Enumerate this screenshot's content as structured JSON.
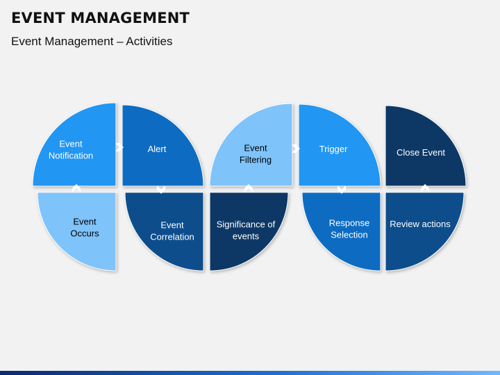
{
  "title": "EVENT MANAGEMENT",
  "subtitle": "Event Management – Activities",
  "colors": {
    "light": "#7fc3fb",
    "sky": "#2196f3",
    "mid": "#0a6cc2",
    "steel": "#0b4e8c",
    "navy": "#0a3766",
    "text_light": "#ffffff",
    "text_dark": "#000000"
  },
  "activities": [
    {
      "id": "event-notification",
      "label": "Event\nNotification"
    },
    {
      "id": "alert",
      "label": "Alert"
    },
    {
      "id": "event-filtering",
      "label": "Event\nFiltering"
    },
    {
      "id": "trigger",
      "label": "Trigger"
    },
    {
      "id": "close-event",
      "label": "Close Event"
    },
    {
      "id": "event-occurs",
      "label": "Event\nOccurs"
    },
    {
      "id": "event-correlation",
      "label": "Event\nCorrelation"
    },
    {
      "id": "significance-of-events",
      "label": "Significance of\nevents"
    },
    {
      "id": "response-selection",
      "label": "Response\nSelection"
    },
    {
      "id": "review-actions",
      "label": "Review actions"
    }
  ]
}
